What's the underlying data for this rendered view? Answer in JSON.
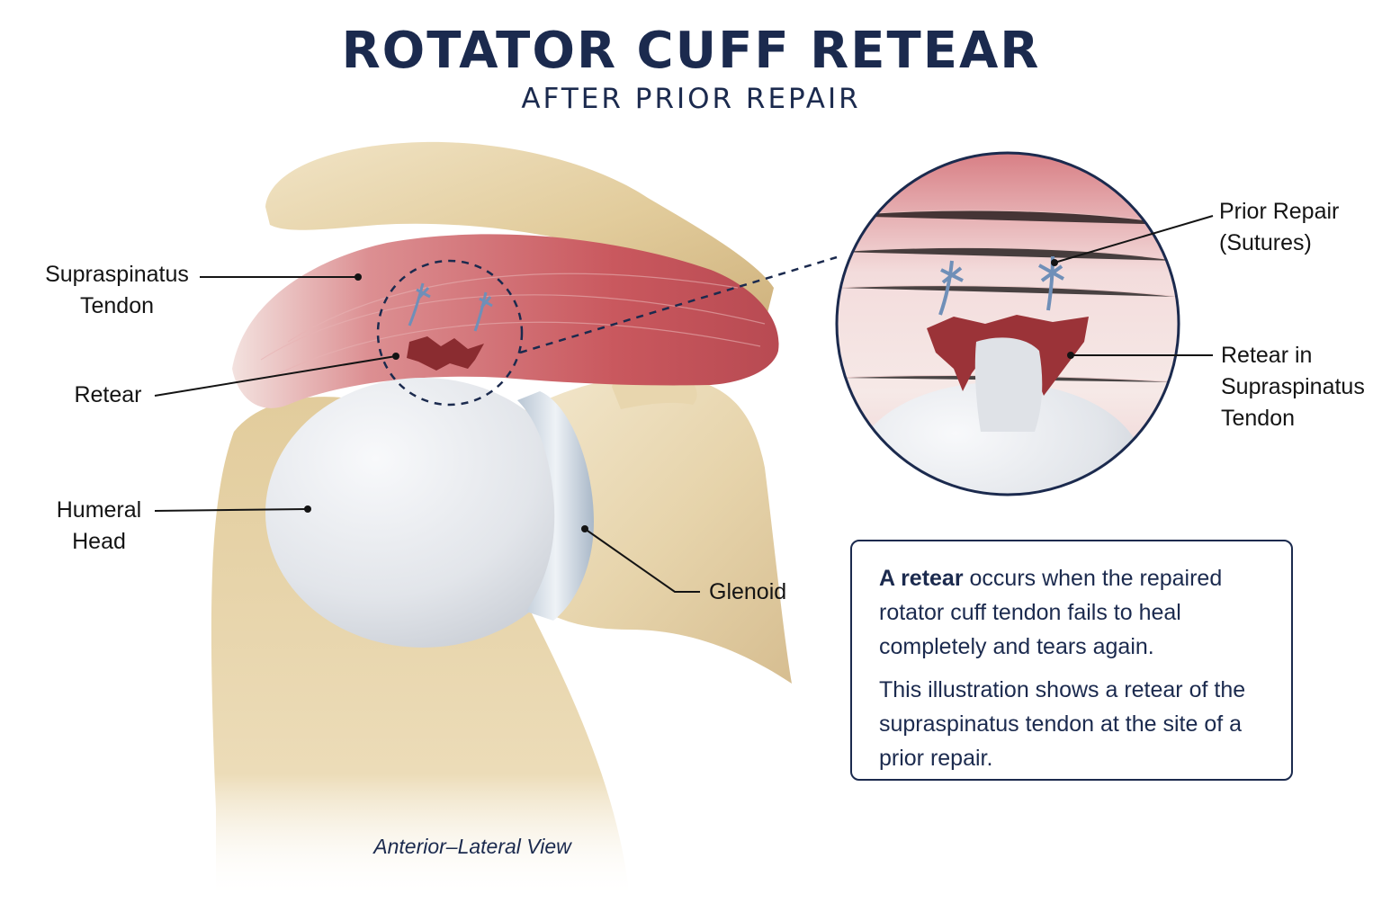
{
  "title": "ROTATOR CUFF RETEAR",
  "subtitle": "AFTER PRIOR REPAIR",
  "labels": {
    "supraspinatus": [
      "Supraspinatus",
      "Tendon"
    ],
    "retear": "Retear",
    "humeral": [
      "Humeral",
      "Head"
    ],
    "glenoid": "Glenoid",
    "prior_repair": [
      "Prior Repair",
      "(Sutures)"
    ],
    "retear_in": [
      "Retear in",
      "Supraspinatus",
      "Tendon"
    ]
  },
  "view_caption": "Anterior–Lateral View",
  "info": {
    "p1_bold": "A retear",
    "p1_rest": " occurs when the repaired rotator cuff tendon fails to heal completely and tears again.",
    "p2": "This illustration shows a retear of the supraspinatus tendon at the site of a prior repair."
  },
  "colors": {
    "navy": "#1b2a4e",
    "bone": "#e4cfa4",
    "tendon_red": "#c8585e",
    "cartilage": "#e3e6ea",
    "suture": "#6f8fb8"
  }
}
